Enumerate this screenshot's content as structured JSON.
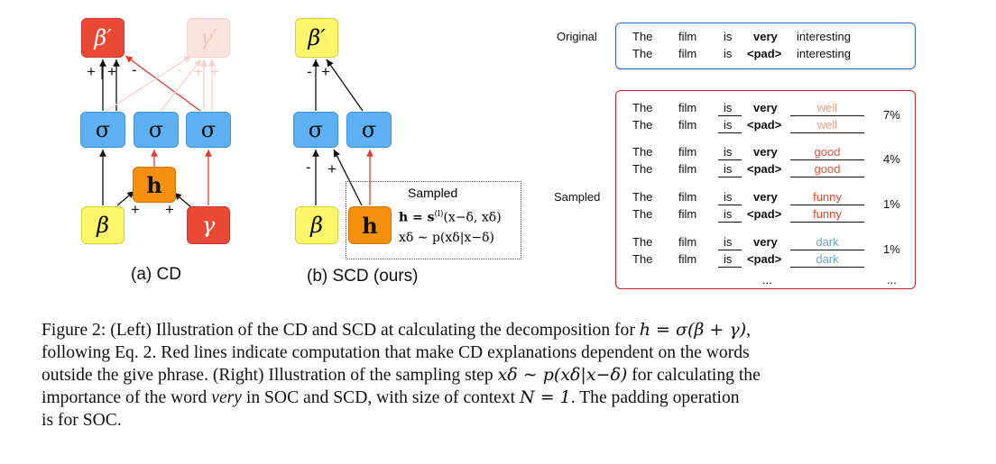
{
  "panel_a": {
    "nodes": {
      "beta_prime": "β′",
      "gamma_prime": "γ′",
      "sigma": "σ",
      "h": "h",
      "beta": "β",
      "gamma": "γ"
    },
    "signs_top": [
      "+",
      "+",
      "-",
      "-",
      "+",
      "+"
    ],
    "signs_bottom": [
      "+",
      "+"
    ],
    "label": "(a) CD"
  },
  "panel_b": {
    "nodes": {
      "beta_prime": "β′",
      "sigma": "σ",
      "h": "h",
      "beta": "β"
    },
    "signs_top": [
      "-",
      "+"
    ],
    "signs_mid": [
      "-",
      "+"
    ],
    "sampled_title": "Sampled",
    "eq1_lhs": "h = s",
    "eq1_sup": "(l)",
    "eq1_rhs": "(x−δ, xδ)",
    "eq2": "xδ ∼ p(xδ|x−δ)",
    "label": "(b) SCD (ours)"
  },
  "right_panel": {
    "original_label": "Original",
    "sampled_label": "Sampled",
    "original_rows": [
      [
        "The",
        "film",
        "is",
        "very",
        "interesting"
      ],
      [
        "The",
        "film",
        "is",
        "<pad>",
        "interesting"
      ]
    ],
    "sample_groups": [
      {
        "word": "well",
        "color": "#f2a07c",
        "percent": "7%"
      },
      {
        "word": "good",
        "color": "#e8563c",
        "percent": "4%"
      },
      {
        "word": "funny",
        "color": "#e0462e",
        "percent": "1%"
      },
      {
        "word": "dark",
        "color": "#6aa6df",
        "percent": "1%"
      }
    ],
    "row_words": [
      "The",
      "film",
      "is"
    ],
    "target_word": "very",
    "pad_word": "<pad>",
    "ellipsis": "..."
  },
  "caption": {
    "p1": "Figure 2: (Left) Illustration of the CD and SCD at calculating the decomposition for ",
    "p1_math": "h = σ(β + γ)",
    "p1_end": ",",
    "line2": "following Eq. 2. Red lines indicate computation that make CD explanations dependent on the words",
    "line3": "outside the give phrase. (Right) Illustration of the sampling step ",
    "line3_math": "xδ ∼ p(xδ|x−δ)",
    "line3_end": " for calculating the",
    "line4_a": "importance of the word ",
    "line4_em": "very",
    "line4_b": " in SOC and SCD, with size of context ",
    "line4_math": "N = 1",
    "line4_c": ". The padding operation",
    "line5": "is for SOC."
  },
  "colors": {
    "yellow": "#fdf66a",
    "red": "#ea4a35",
    "blue": "#5db1f2",
    "orange": "#f58f0c",
    "original_box": "#2a6ac1",
    "sampled_box": "#c3262a"
  }
}
